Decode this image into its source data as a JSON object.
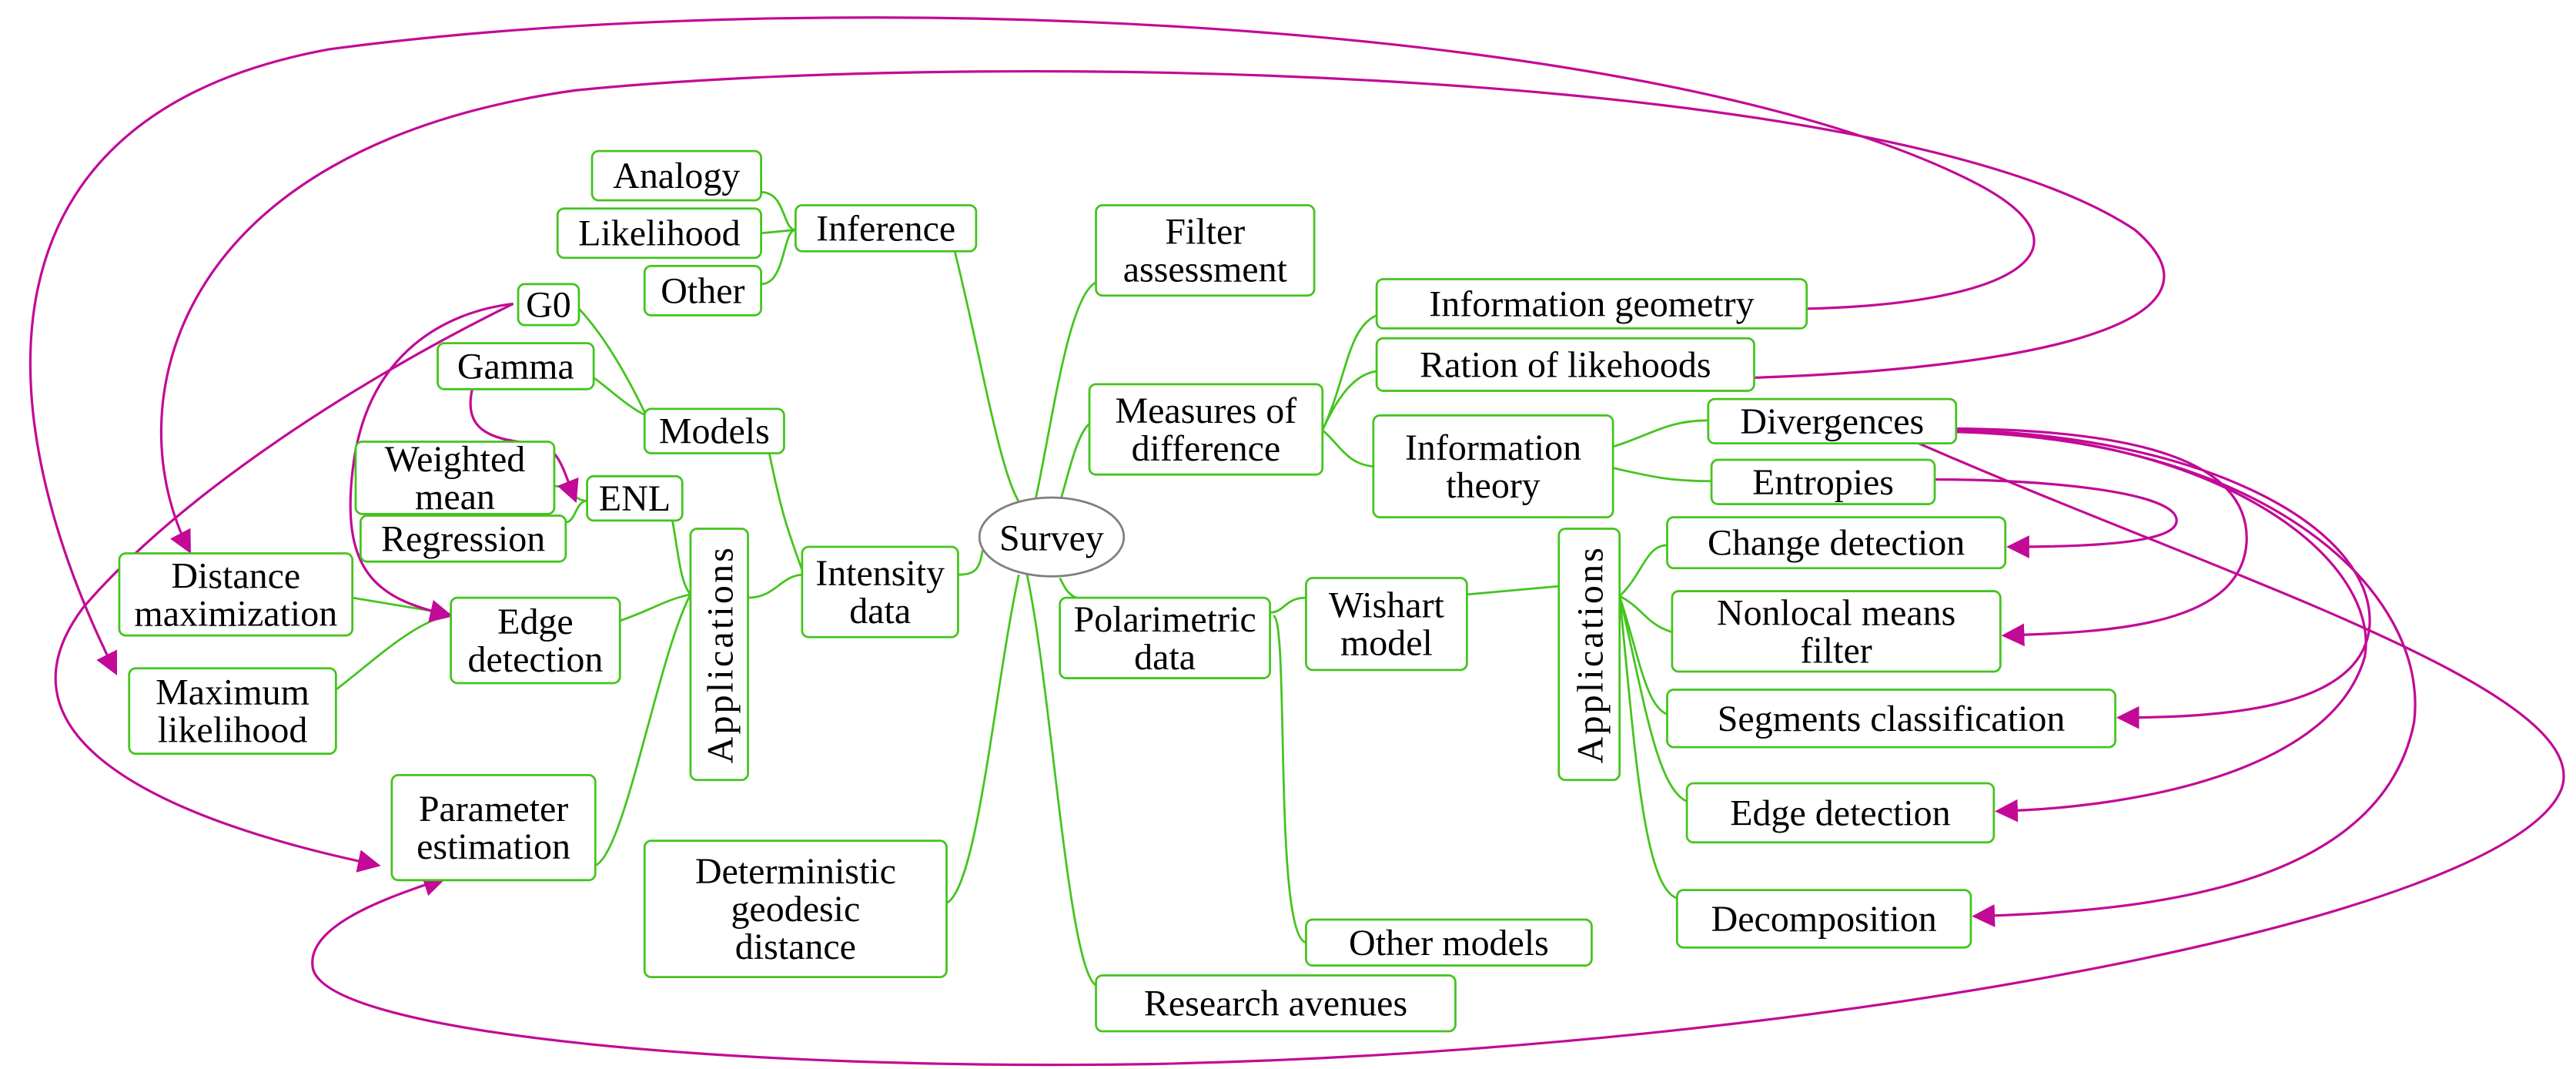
{
  "diagram": {
    "type": "mind-map",
    "colors": {
      "node_border": "#44c41e",
      "branch": "#44c41e",
      "cross_link": "#c20a96",
      "root_border": "#808080"
    },
    "root": {
      "label": "Survey"
    },
    "nodes": {
      "inference": {
        "label": [
          "Inference"
        ]
      },
      "analogy": {
        "label": [
          "Analogy"
        ]
      },
      "likelihood": {
        "label": [
          "Likelihood"
        ]
      },
      "other": {
        "label": [
          "Other"
        ]
      },
      "g0": {
        "label": [
          "G0"
        ]
      },
      "gamma": {
        "label": [
          "Gamma"
        ]
      },
      "models": {
        "label": [
          "Models"
        ]
      },
      "weighted_mean": {
        "label": [
          "Weighted",
          "mean"
        ]
      },
      "enl": {
        "label": [
          "ENL"
        ]
      },
      "regression": {
        "label": [
          "Regression"
        ]
      },
      "distance_max": {
        "label": [
          "Distance",
          "maximization"
        ]
      },
      "edge_left": {
        "label": [
          "Edge",
          "detection"
        ]
      },
      "max_likelihood": {
        "label": [
          "Maximum",
          "likelihood"
        ]
      },
      "applications_left": {
        "label": [
          "Applications"
        ]
      },
      "intensity": {
        "label": [
          "Intensity",
          "data"
        ]
      },
      "param_est": {
        "label": [
          "Parameter",
          "estimation"
        ]
      },
      "geodesic": {
        "label": [
          "Deterministic",
          "geodesic",
          "distance"
        ]
      },
      "filter_assess": {
        "label": [
          "Filter",
          "assessment"
        ]
      },
      "measures": {
        "label": [
          "Measures of",
          "difference"
        ]
      },
      "info_geometry": {
        "label": [
          "Information geometry"
        ]
      },
      "ratio_likelihoods": {
        "label": [
          "Ration of likehoods"
        ]
      },
      "info_theory": {
        "label": [
          "Information",
          "theory"
        ]
      },
      "divergences": {
        "label": [
          "Divergences"
        ]
      },
      "entropies": {
        "label": [
          "Entropies"
        ]
      },
      "polarimetric": {
        "label": [
          "Polarimetric",
          "data"
        ]
      },
      "wishart": {
        "label": [
          "Wishart",
          "model"
        ]
      },
      "applications_right": {
        "label": [
          "Applications"
        ]
      },
      "change_detection": {
        "label": [
          "Change detection"
        ]
      },
      "nonlocal_means": {
        "label": [
          "Nonlocal means",
          "filter"
        ]
      },
      "segments_class": {
        "label": [
          "Segments classification"
        ]
      },
      "edge_right": {
        "label": [
          "Edge detection"
        ]
      },
      "decomposition": {
        "label": [
          "Decomposition"
        ]
      },
      "other_models": {
        "label": [
          "Other models"
        ]
      },
      "research_avenues": {
        "label": [
          "Research avenues"
        ]
      }
    },
    "tree_edges": [
      [
        "root",
        "inference"
      ],
      [
        "inference",
        "analogy"
      ],
      [
        "inference",
        "likelihood"
      ],
      [
        "inference",
        "other"
      ],
      [
        "root",
        "intensity"
      ],
      [
        "intensity",
        "models"
      ],
      [
        "models",
        "g0"
      ],
      [
        "models",
        "gamma"
      ],
      [
        "intensity",
        "applications_left"
      ],
      [
        "applications_left",
        "enl"
      ],
      [
        "enl",
        "weighted_mean"
      ],
      [
        "enl",
        "regression"
      ],
      [
        "applications_left",
        "edge_left"
      ],
      [
        "edge_left",
        "distance_max"
      ],
      [
        "edge_left",
        "max_likelihood"
      ],
      [
        "applications_left",
        "param_est"
      ],
      [
        "root",
        "geodesic"
      ],
      [
        "root",
        "filter_assess"
      ],
      [
        "root",
        "measures"
      ],
      [
        "measures",
        "info_geometry"
      ],
      [
        "measures",
        "ratio_likelihoods"
      ],
      [
        "measures",
        "info_theory"
      ],
      [
        "info_theory",
        "divergences"
      ],
      [
        "info_theory",
        "entropies"
      ],
      [
        "root",
        "polarimetric"
      ],
      [
        "polarimetric",
        "wishart"
      ],
      [
        "polarimetric",
        "other_models"
      ],
      [
        "wishart",
        "applications_right"
      ],
      [
        "applications_right",
        "change_detection"
      ],
      [
        "applications_right",
        "nonlocal_means"
      ],
      [
        "applications_right",
        "segments_class"
      ],
      [
        "applications_right",
        "edge_right"
      ],
      [
        "applications_right",
        "decomposition"
      ],
      [
        "root",
        "research_avenues"
      ]
    ],
    "cross_links": [
      [
        "info_geometry",
        "max_likelihood"
      ],
      [
        "ratio_likelihoods",
        "distance_max"
      ],
      [
        "g0",
        "edge_left"
      ],
      [
        "g0",
        "param_est"
      ],
      [
        "gamma",
        "enl"
      ],
      [
        "entropies",
        "change_detection"
      ],
      [
        "divergences",
        "nonlocal_means"
      ],
      [
        "divergences",
        "segments_class"
      ],
      [
        "divergences",
        "edge_right"
      ],
      [
        "divergences",
        "decomposition"
      ],
      [
        "divergences",
        "param_est"
      ]
    ]
  }
}
